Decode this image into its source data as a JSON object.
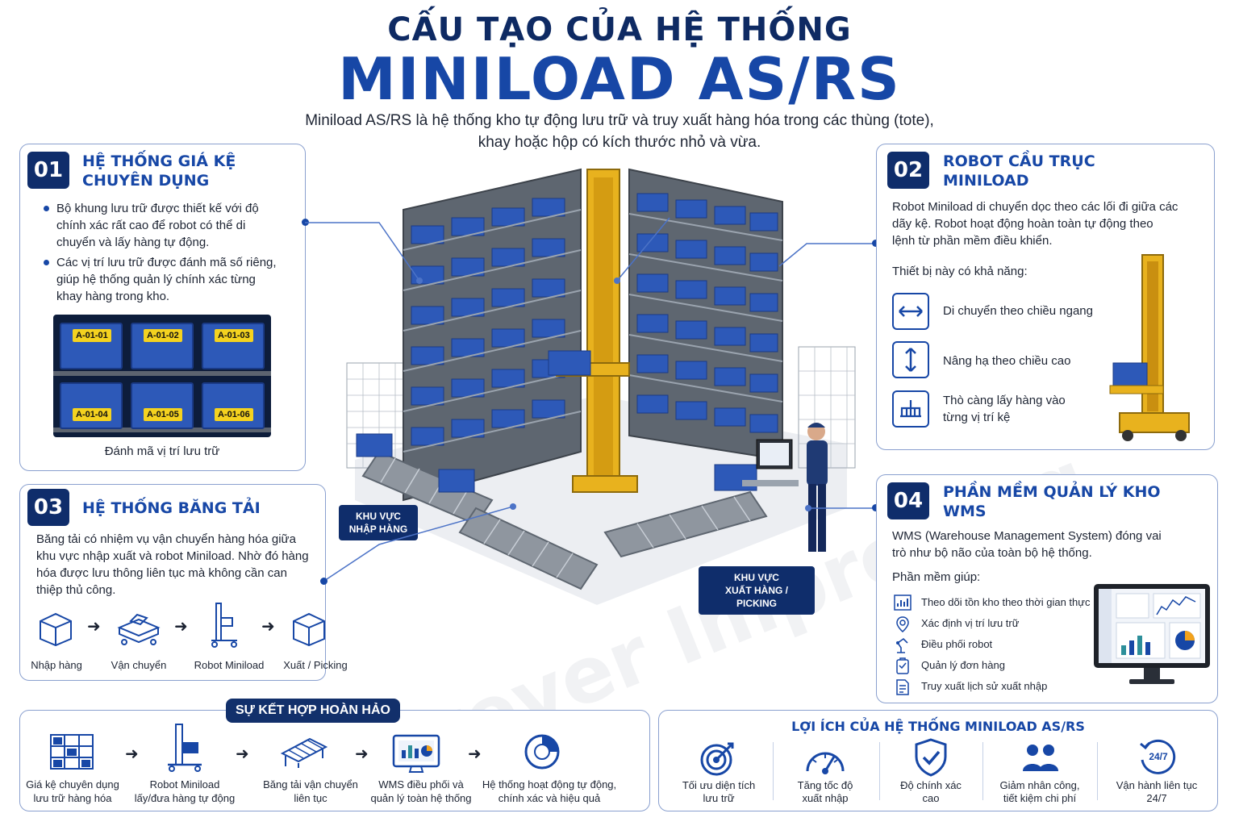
{
  "header": {
    "title_line1": "CẤU TẠO CỦA HỆ THỐNG",
    "title_line2": "MINILOAD AS/RS",
    "subtitle_line1": "Miniload AS/RS là hệ thống kho tự động lưu trữ và truy xuất hàng hóa trong các thùng (tote),",
    "subtitle_line2": "khay hoặc hộp có kích thước nhỏ và vừa."
  },
  "watermark": "Forever Improving",
  "card1": {
    "number": "01",
    "title_line1": "HỆ THỐNG GIÁ KỆ",
    "title_line2": "CHUYÊN DỤNG",
    "bullets": [
      "Bộ khung lưu trữ được thiết kế với độ chính xác rất cao để robot có thể di chuyển và lấy hàng tự động.",
      "Các vị trí lưu trữ được đánh mã số riêng, giúp hệ thống quản lý chính xác từng khay hàng trong kho."
    ],
    "bin_labels": [
      "A-01-01",
      "A-01-02",
      "A-01-03",
      "A-01-04",
      "A-01-05",
      "A-01-06"
    ],
    "caption": "Đánh mã vị trí lưu trữ"
  },
  "card2": {
    "number": "02",
    "title_line1": "ROBOT CẦU TRỤC",
    "title_line2": "MINILOAD",
    "description": "Robot Miniload di chuyển dọc theo các lối đi giữa các dãy kệ. Robot hoạt động hoàn toàn tự động theo lệnh từ phần mềm điều khiển.",
    "capability_heading": "Thiết bị này có khả năng:",
    "capabilities": [
      {
        "icon": "horizontal-arrows-icon",
        "label": "Di chuyển theo chiều ngang"
      },
      {
        "icon": "vertical-arrows-icon",
        "label": "Nâng hạ theo chiều cao"
      },
      {
        "icon": "fork-icon",
        "label": "Thò càng lấy hàng vào từng vị trí kệ"
      }
    ]
  },
  "card3": {
    "number": "03",
    "title": "HỆ THỐNG BĂNG TẢI",
    "description": "Băng tải có nhiệm vụ vận chuyển hàng hóa giữa khu vực nhập xuất và robot Miniload. Nhờ đó hàng hóa được lưu thông liên tục mà không cần can thiệp thủ công.",
    "flow": [
      {
        "icon": "box-icon",
        "label": "Nhập hàng"
      },
      {
        "icon": "cart-icon",
        "label": "Vận chuyển"
      },
      {
        "icon": "robot-icon",
        "label": "Robot Miniload"
      },
      {
        "icon": "box-icon",
        "label": "Xuất / Picking"
      }
    ]
  },
  "card4": {
    "number": "04",
    "title_line1": "PHẦN MỀM QUẢN LÝ KHO",
    "title_line2": "WMS",
    "description": "WMS (Warehouse Management System) đóng vai trò như bộ não của toàn bộ hệ thống.",
    "helps_heading": "Phần mềm giúp:",
    "features": [
      {
        "icon": "chart-icon",
        "label": "Theo dõi tồn kho theo thời gian thực"
      },
      {
        "icon": "location-pin-icon",
        "label": "Xác định vị trí lưu trữ"
      },
      {
        "icon": "robot-arm-icon",
        "label": "Điều phối robot"
      },
      {
        "icon": "order-icon",
        "label": "Quản lý đơn hàng"
      },
      {
        "icon": "document-icon",
        "label": "Truy xuất lịch sử xuất nhập"
      }
    ]
  },
  "zones": {
    "inbound_line1": "KHU VỰC",
    "inbound_line2": "NHẬP HÀNG",
    "outbound_line1": "KHU VỰC",
    "outbound_line2": "XUẤT HÀNG / PICKING"
  },
  "combo": {
    "title": "SỰ KẾT HỢP HOÀN HẢO",
    "steps": [
      {
        "icon": "rack-icon",
        "line1": "Giá kệ chuyên dụng",
        "line2": "lưu trữ hàng hóa"
      },
      {
        "icon": "robot-icon",
        "line1": "Robot Miniload",
        "line2": "lấy/đưa hàng tự động"
      },
      {
        "icon": "conveyor-icon",
        "line1": "Băng tải vận chuyển",
        "line2": "liên tục"
      },
      {
        "icon": "monitor-icon",
        "line1": "WMS điều phối và",
        "line2": "quản lý toàn hệ thống"
      },
      {
        "icon": "pie-icon",
        "line1": "Hệ thống hoạt động tự động,",
        "line2": "chính xác và hiệu quả"
      }
    ]
  },
  "benefits": {
    "title": "LỢI ÍCH CỦA HỆ THỐNG MINILOAD AS/RS",
    "items": [
      {
        "icon": "target-icon",
        "line1": "Tối ưu diện tích",
        "line2": "lưu trữ"
      },
      {
        "icon": "speedometer-icon",
        "line1": "Tăng tốc độ",
        "line2": "xuất nhập"
      },
      {
        "icon": "shield-check-icon",
        "line1": "Độ chính xác",
        "line2": "cao"
      },
      {
        "icon": "people-icon",
        "line1": "Giảm nhân công,",
        "line2": "tiết kiệm chi phí"
      },
      {
        "icon": "clock-247-icon",
        "line1": "Vận hành liên tục",
        "line2": "24/7",
        "badge": "24/7"
      }
    ]
  },
  "colors": {
    "navy": "#0f2d6b",
    "blue": "#1747a6",
    "robot_yellow": "#e8b21e",
    "tote_blue": "#2d59b8"
  }
}
